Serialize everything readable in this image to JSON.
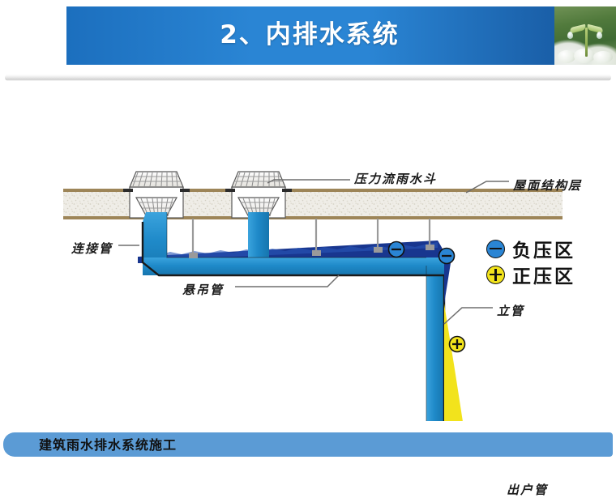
{
  "header": {
    "title": "2、内排水系统",
    "photo_alt": "seedling-with-water-droplets",
    "band_color": "#2a85d4"
  },
  "diagram": {
    "labels": {
      "drain": "压力流雨水斗",
      "roof_layer": "屋面结构层",
      "connecting_pipe": "连接管",
      "hanging_pipe": "悬吊管",
      "riser_pipe": "立管",
      "outlet_pipe": "出户管"
    },
    "colors": {
      "pipe": "#1f8ac9",
      "negative_zone": "#18368f",
      "positive_zone": "#f2e31c",
      "roof_edge": "#9d8558",
      "roof_fill": "#eeece6",
      "water": "#1f8ac9"
    },
    "negative_markers": 2,
    "positive_markers": 1,
    "drain_count": 2
  },
  "legend": {
    "items": [
      {
        "symbol": "minus-circle-icon",
        "label": "负压区",
        "color": "#2a85d4"
      },
      {
        "symbol": "plus-circle-icon",
        "label": "正压区",
        "color": "#f2e31c"
      }
    ]
  },
  "footer": {
    "text": "建筑雨水排水系统施工",
    "bar_color": "#5b9bd5"
  }
}
